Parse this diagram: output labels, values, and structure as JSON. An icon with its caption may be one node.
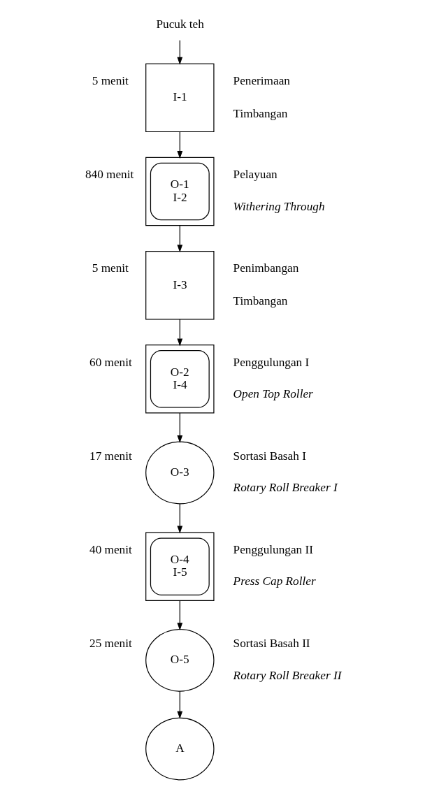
{
  "diagram": {
    "nodes": [
      {
        "text": [
          "Pucuk teh"
        ]
      },
      {
        "text": [
          "I-1"
        ],
        "beside": [
          "5 menit",
          "Penerimaan",
          "Timbangan"
        ]
      },
      {
        "text": [
          "O-1 I-2"
        ],
        "beside": [
          "840 menit",
          "Pelayuan",
          "Withering Through"
        ]
      },
      {
        "text": [
          "I-3"
        ],
        "beside": [
          "5 menit",
          "Penimbangan",
          "Timbangan"
        ]
      },
      {
        "text": [
          "O-2 I-4"
        ],
        "beside": [
          "60 menit",
          "Penggulungan I",
          "Open Top Roller"
        ]
      },
      {
        "text": [
          "O-3"
        ],
        "beside": [
          "17 menit",
          "Sortasi Basah I",
          "Rotary Roll Breaker I"
        ]
      },
      {
        "text": [
          "O-4 I-5"
        ],
        "beside": [
          "40 menit",
          "Penggulungan II",
          "Press Cap Roller"
        ]
      },
      {
        "text": [
          "O-5"
        ],
        "beside": [
          "25 menit",
          "Sortasi Basah II",
          "Rotary Roll Breaker II"
        ]
      },
      {
        "text": [
          "A"
        ]
      }
    ],
    "edges": [
      {
        "from": 0,
        "to": 1,
        "arrow": "to"
      },
      {
        "from": 1,
        "to": 2,
        "arrow": "to"
      },
      {
        "from": 2,
        "to": 3,
        "arrow": "to"
      },
      {
        "from": 3,
        "to": 4,
        "arrow": "to"
      },
      {
        "from": 4,
        "to": 5,
        "arrow": "to"
      },
      {
        "from": 5,
        "to": 6,
        "arrow": "to"
      },
      {
        "from": 6,
        "to": 7,
        "arrow": "to"
      },
      {
        "from": 7,
        "to": 8,
        "arrow": "to"
      }
    ]
  }
}
